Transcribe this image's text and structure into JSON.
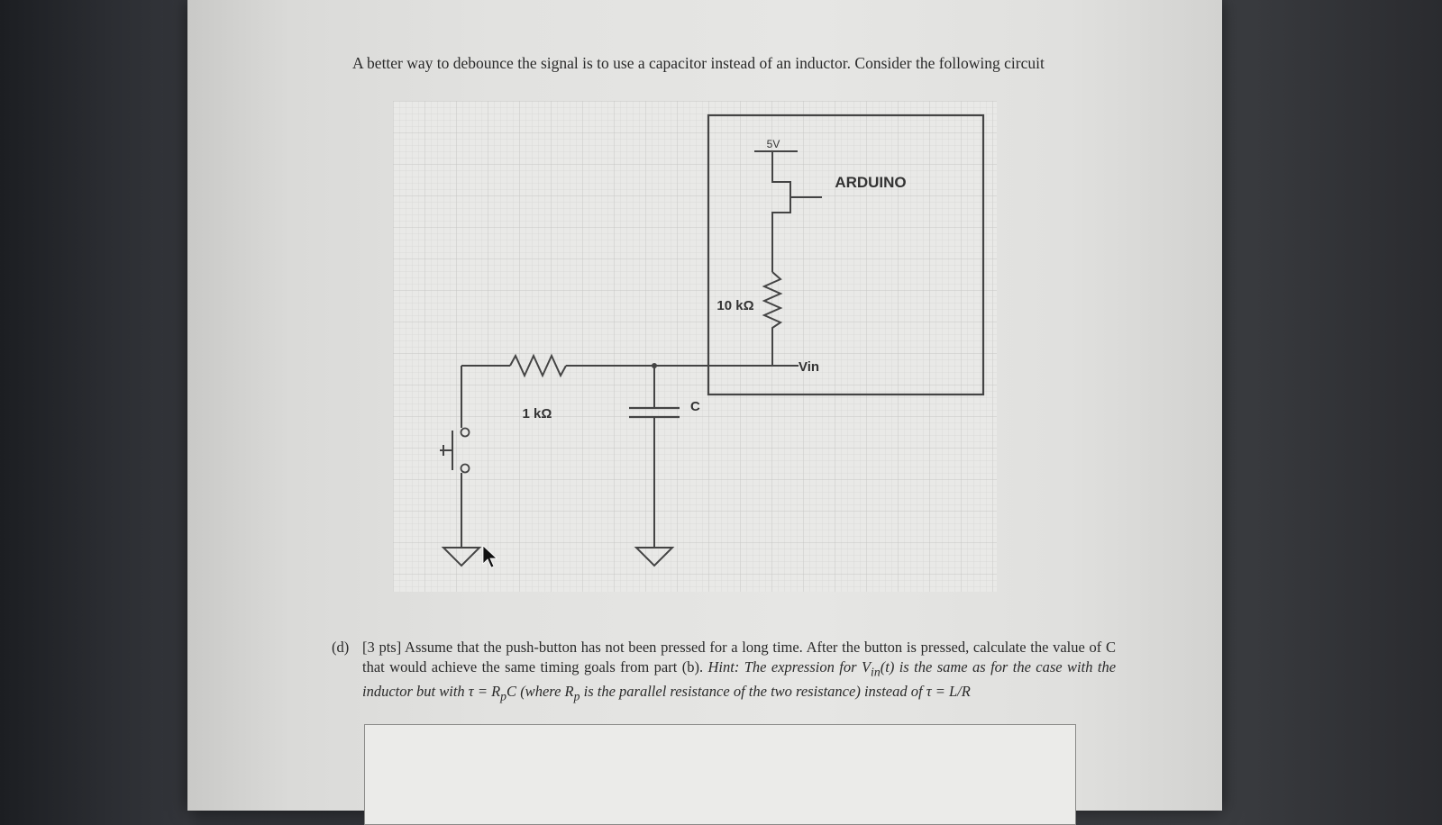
{
  "intro": {
    "text": "A better way to debounce the signal is to use a capacitor instead of an inductor. Consider the following circuit"
  },
  "circuit": {
    "supply_label": "5V",
    "arduino_label": "ARDUINO",
    "pullup_label": "10 kΩ",
    "vin_label": "Vin",
    "series_resistor_label": "1  kΩ",
    "capacitor_label": "C"
  },
  "question": {
    "label": "(d)",
    "points": "[3 pts]",
    "text_main": "Assume that the push-button has not been pressed for a long time. After the button is pressed, calculate the value of C that would achieve the same timing goals from part (b).",
    "hint_label": "Hint:",
    "hint_text_1": "The expression for",
    "vin_expr": "V",
    "vin_sub": "in",
    "vin_arg": "(t)",
    "hint_text_2": "is the same as for the case with the inductor but with",
    "tau_expr": "τ = R",
    "rp_sub": "p",
    "tau_c": "C",
    "hint_text_3": "(where",
    "rp_expr": "R",
    "hint_text_4": "is the parallel resistance of the two resistance) instead of",
    "tau_l": "τ = L/R"
  },
  "answer": {
    "placeholder": ""
  }
}
